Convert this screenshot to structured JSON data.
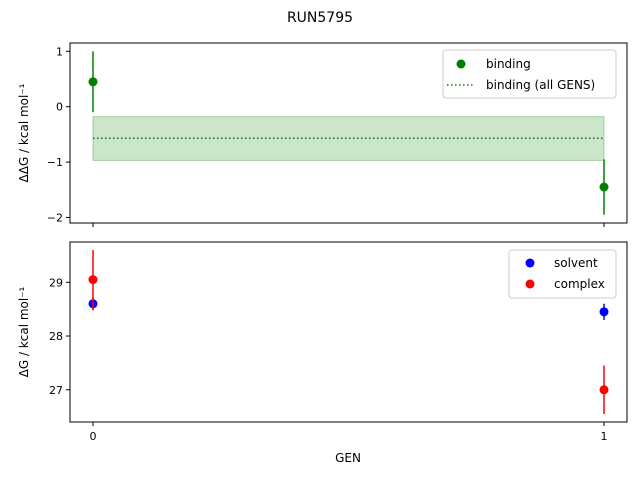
{
  "suptitle": "RUN5795",
  "chart_data": [
    {
      "type": "scatter",
      "xlabel": "",
      "ylabel": "ΔΔG / kcal mol⁻¹",
      "xlim": [
        -0.045,
        1.045
      ],
      "ylim": [
        -2.1,
        1.15
      ],
      "yticks": [
        1,
        0,
        -1,
        -2
      ],
      "tick_labels": [
        "1",
        "0",
        "−1",
        "−2"
      ],
      "legend_position": "top-right",
      "series": [
        {
          "name": "binding",
          "color": "#008000",
          "x": [
            0,
            1
          ],
          "y": [
            0.45,
            -1.45
          ],
          "err": [
            0.55,
            0.5
          ]
        }
      ],
      "band": {
        "name": "binding (all GENS)",
        "color": "#008000",
        "x": [
          0,
          1
        ],
        "center": -0.57,
        "lower": -0.97,
        "upper": -0.18
      }
    },
    {
      "type": "scatter",
      "xlabel": "GEN",
      "ylabel": "ΔG / kcal mol⁻¹",
      "xlim": [
        -0.045,
        1.045
      ],
      "ylim": [
        26.4,
        29.75
      ],
      "yticks": [
        29,
        28,
        27
      ],
      "tick_labels": [
        "29",
        "28",
        "27"
      ],
      "xticks": [
        0,
        1
      ],
      "xtick_labels": [
        "0",
        "1"
      ],
      "legend_position": "top-right",
      "series": [
        {
          "name": "solvent",
          "color": "#0000ff",
          "x": [
            0,
            1
          ],
          "y": [
            28.6,
            28.45
          ],
          "err": [
            0.12,
            0.15
          ]
        },
        {
          "name": "complex",
          "color": "#ff0000",
          "x": [
            0,
            1
          ],
          "y": [
            29.05,
            27.0
          ],
          "err": [
            0.55,
            0.45
          ]
        }
      ]
    }
  ]
}
